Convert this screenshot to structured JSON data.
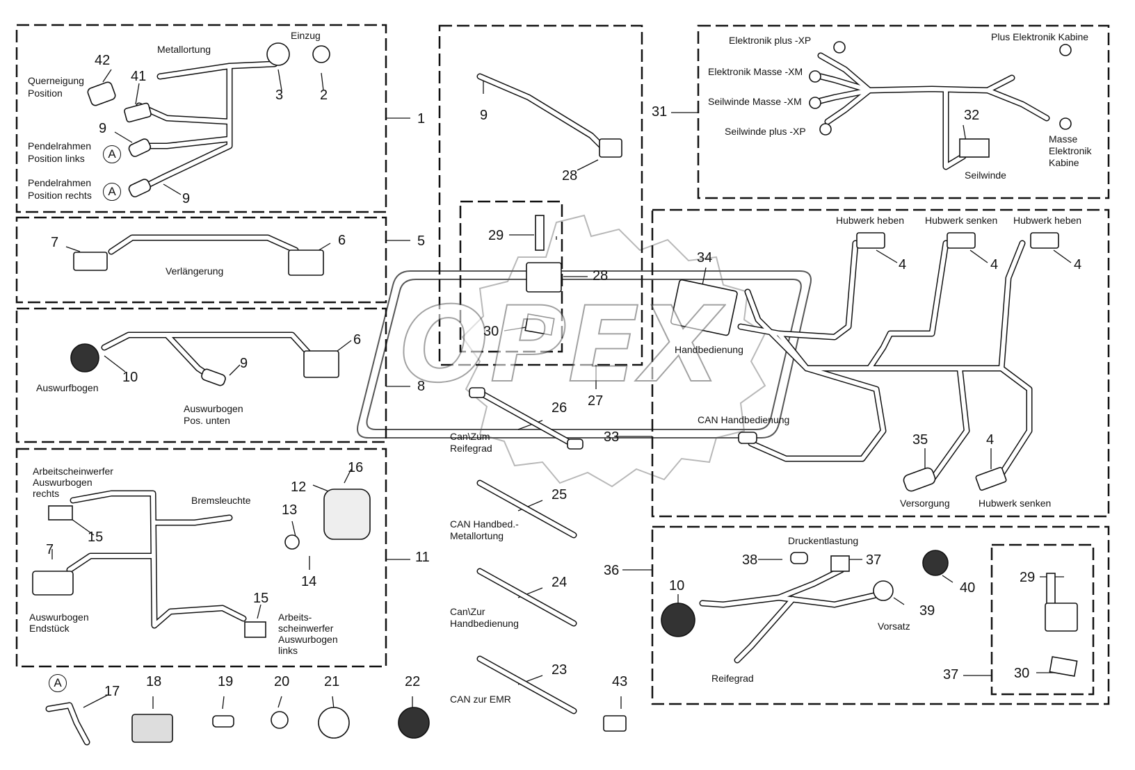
{
  "watermark": "OPEX",
  "labels": {
    "metallortung": "Metallortung",
    "einzug": "Einzug",
    "querneigung": [
      "Querneigung",
      "Position"
    ],
    "pendel_links": [
      "Pendelrahmen",
      "Position links"
    ],
    "pendel_rechts": [
      "Pendelrahmen",
      "Position rechts"
    ],
    "verlaengerung": "Verlängerung",
    "auswurfbogen": "Auswurfbogen",
    "auswurbogen_unten": [
      "Auswurbogen",
      "Pos. unten"
    ],
    "aw_rechts": [
      "Arbeitscheinwerfer",
      "Auswurbogen",
      "rechts"
    ],
    "bremsleuchte": "Bremsleuchte",
    "aw_endstueck": [
      "Auswurbogen",
      "Endstück"
    ],
    "aw_links": [
      "Arbeits-",
      "scheinwerfer",
      "Auswurbogen",
      "links"
    ],
    "can_reifegrad": [
      "Can\\Zum",
      "Reifegrad"
    ],
    "can_handbed_metall": [
      "CAN Handbed.-",
      "Metallortung"
    ],
    "can_handbedienung": [
      "Can\\Zur",
      "Handbedienung"
    ],
    "can_emr": "CAN zur EMR",
    "elektronik_plus": "Elektronik plus -XP",
    "elektronik_masse": "Elektronik Masse -XM",
    "seilwinde_masse": "Seilwinde Masse -XM",
    "seilwinde_plus": "Seilwinde plus -XP",
    "plus_elektronik_kabine": "Plus Elektronik Kabine",
    "masse_elektronik_kabine": [
      "Masse",
      "Elektronik",
      "Kabine"
    ],
    "seilwinde": "Seilwinde",
    "hubwerk_heben_1": "Hubwerk heben",
    "hubwerk_senken_1": "Hubwerk senken",
    "hubwerk_heben_2": "Hubwerk heben",
    "handbedienung": "Handbedienung",
    "can_handbedienung_cap": "CAN Handbedienung",
    "versorgung": "Versorgung",
    "hubwerk_senken_2": "Hubwerk senken",
    "druckentlastung": "Druckentlastung",
    "vorsatz": "Vorsatz",
    "reifegrad": "Reifegrad",
    "circle_a": "A"
  },
  "part_numbers": {
    "p1": "1",
    "p2": "2",
    "p3": "3",
    "p4a": "4",
    "p4b": "4",
    "p4c": "4",
    "p4d": "4",
    "p5": "5",
    "p6a": "6",
    "p6b": "6",
    "p7a": "7",
    "p7b": "7",
    "p8": "8",
    "p9a": "9",
    "p9b": "9",
    "p9c": "9",
    "p9d": "9",
    "p10a": "10",
    "p10b": "10",
    "p11": "11",
    "p12": "12",
    "p13": "13",
    "p14": "14",
    "p15a": "15",
    "p15b": "15",
    "p16": "16",
    "p17": "17",
    "p18": "18",
    "p19": "19",
    "p20": "20",
    "p21": "21",
    "p22": "22",
    "p23": "23",
    "p24": "24",
    "p25": "25",
    "p26": "26",
    "p27": "27",
    "p28a": "28",
    "p28b": "28",
    "p29a": "29",
    "p29b": "29",
    "p30a": "30",
    "p30b": "30",
    "p31": "31",
    "p32": "32",
    "p33": "33",
    "p34": "34",
    "p35": "35",
    "p36": "36",
    "p37a": "37",
    "p37b": "37",
    "p38": "38",
    "p39": "39",
    "p40": "40",
    "p41": "41",
    "p42": "42",
    "p43": "43"
  }
}
